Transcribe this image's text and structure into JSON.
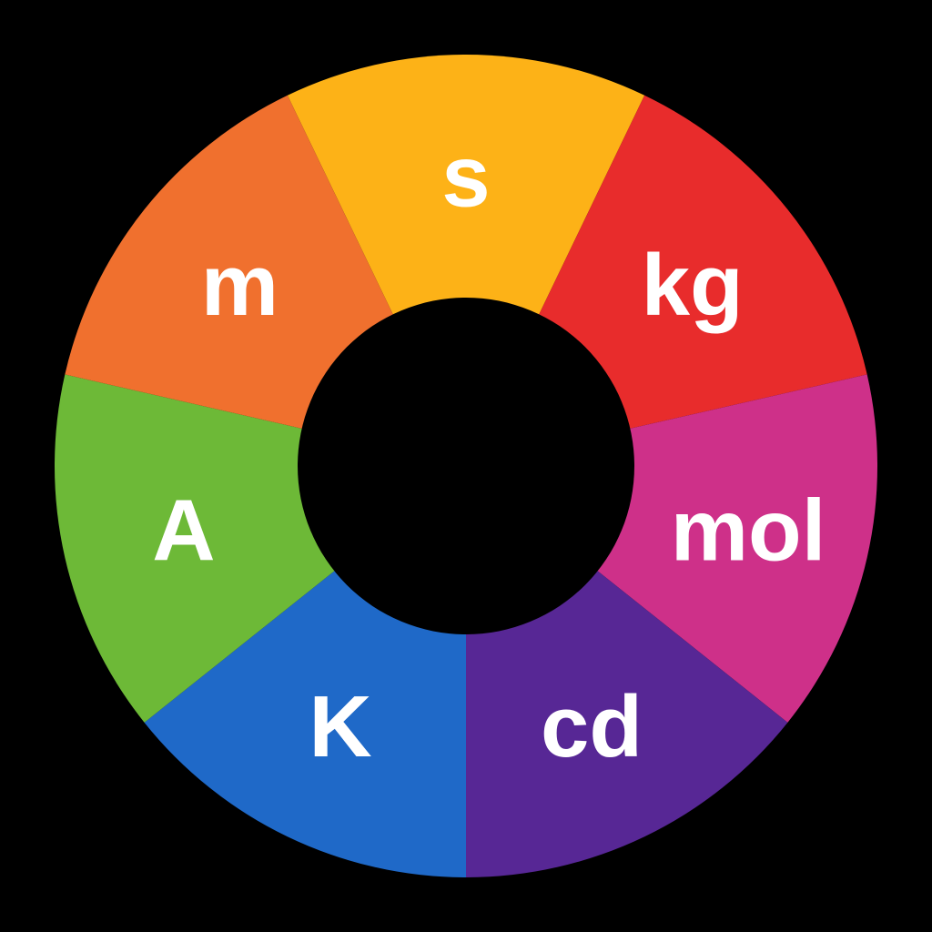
{
  "diagram": {
    "segments": [
      {
        "label": "s",
        "color": "#FDB217"
      },
      {
        "label": "kg",
        "color": "#E82C2C"
      },
      {
        "label": "mol",
        "color": "#CE3089"
      },
      {
        "label": "cd",
        "color": "#572795"
      },
      {
        "label": "K",
        "color": "#1F69C8"
      },
      {
        "label": "A",
        "color": "#6DB937"
      },
      {
        "label": "m",
        "color": "#F0702E"
      }
    ],
    "background": "#000000"
  }
}
